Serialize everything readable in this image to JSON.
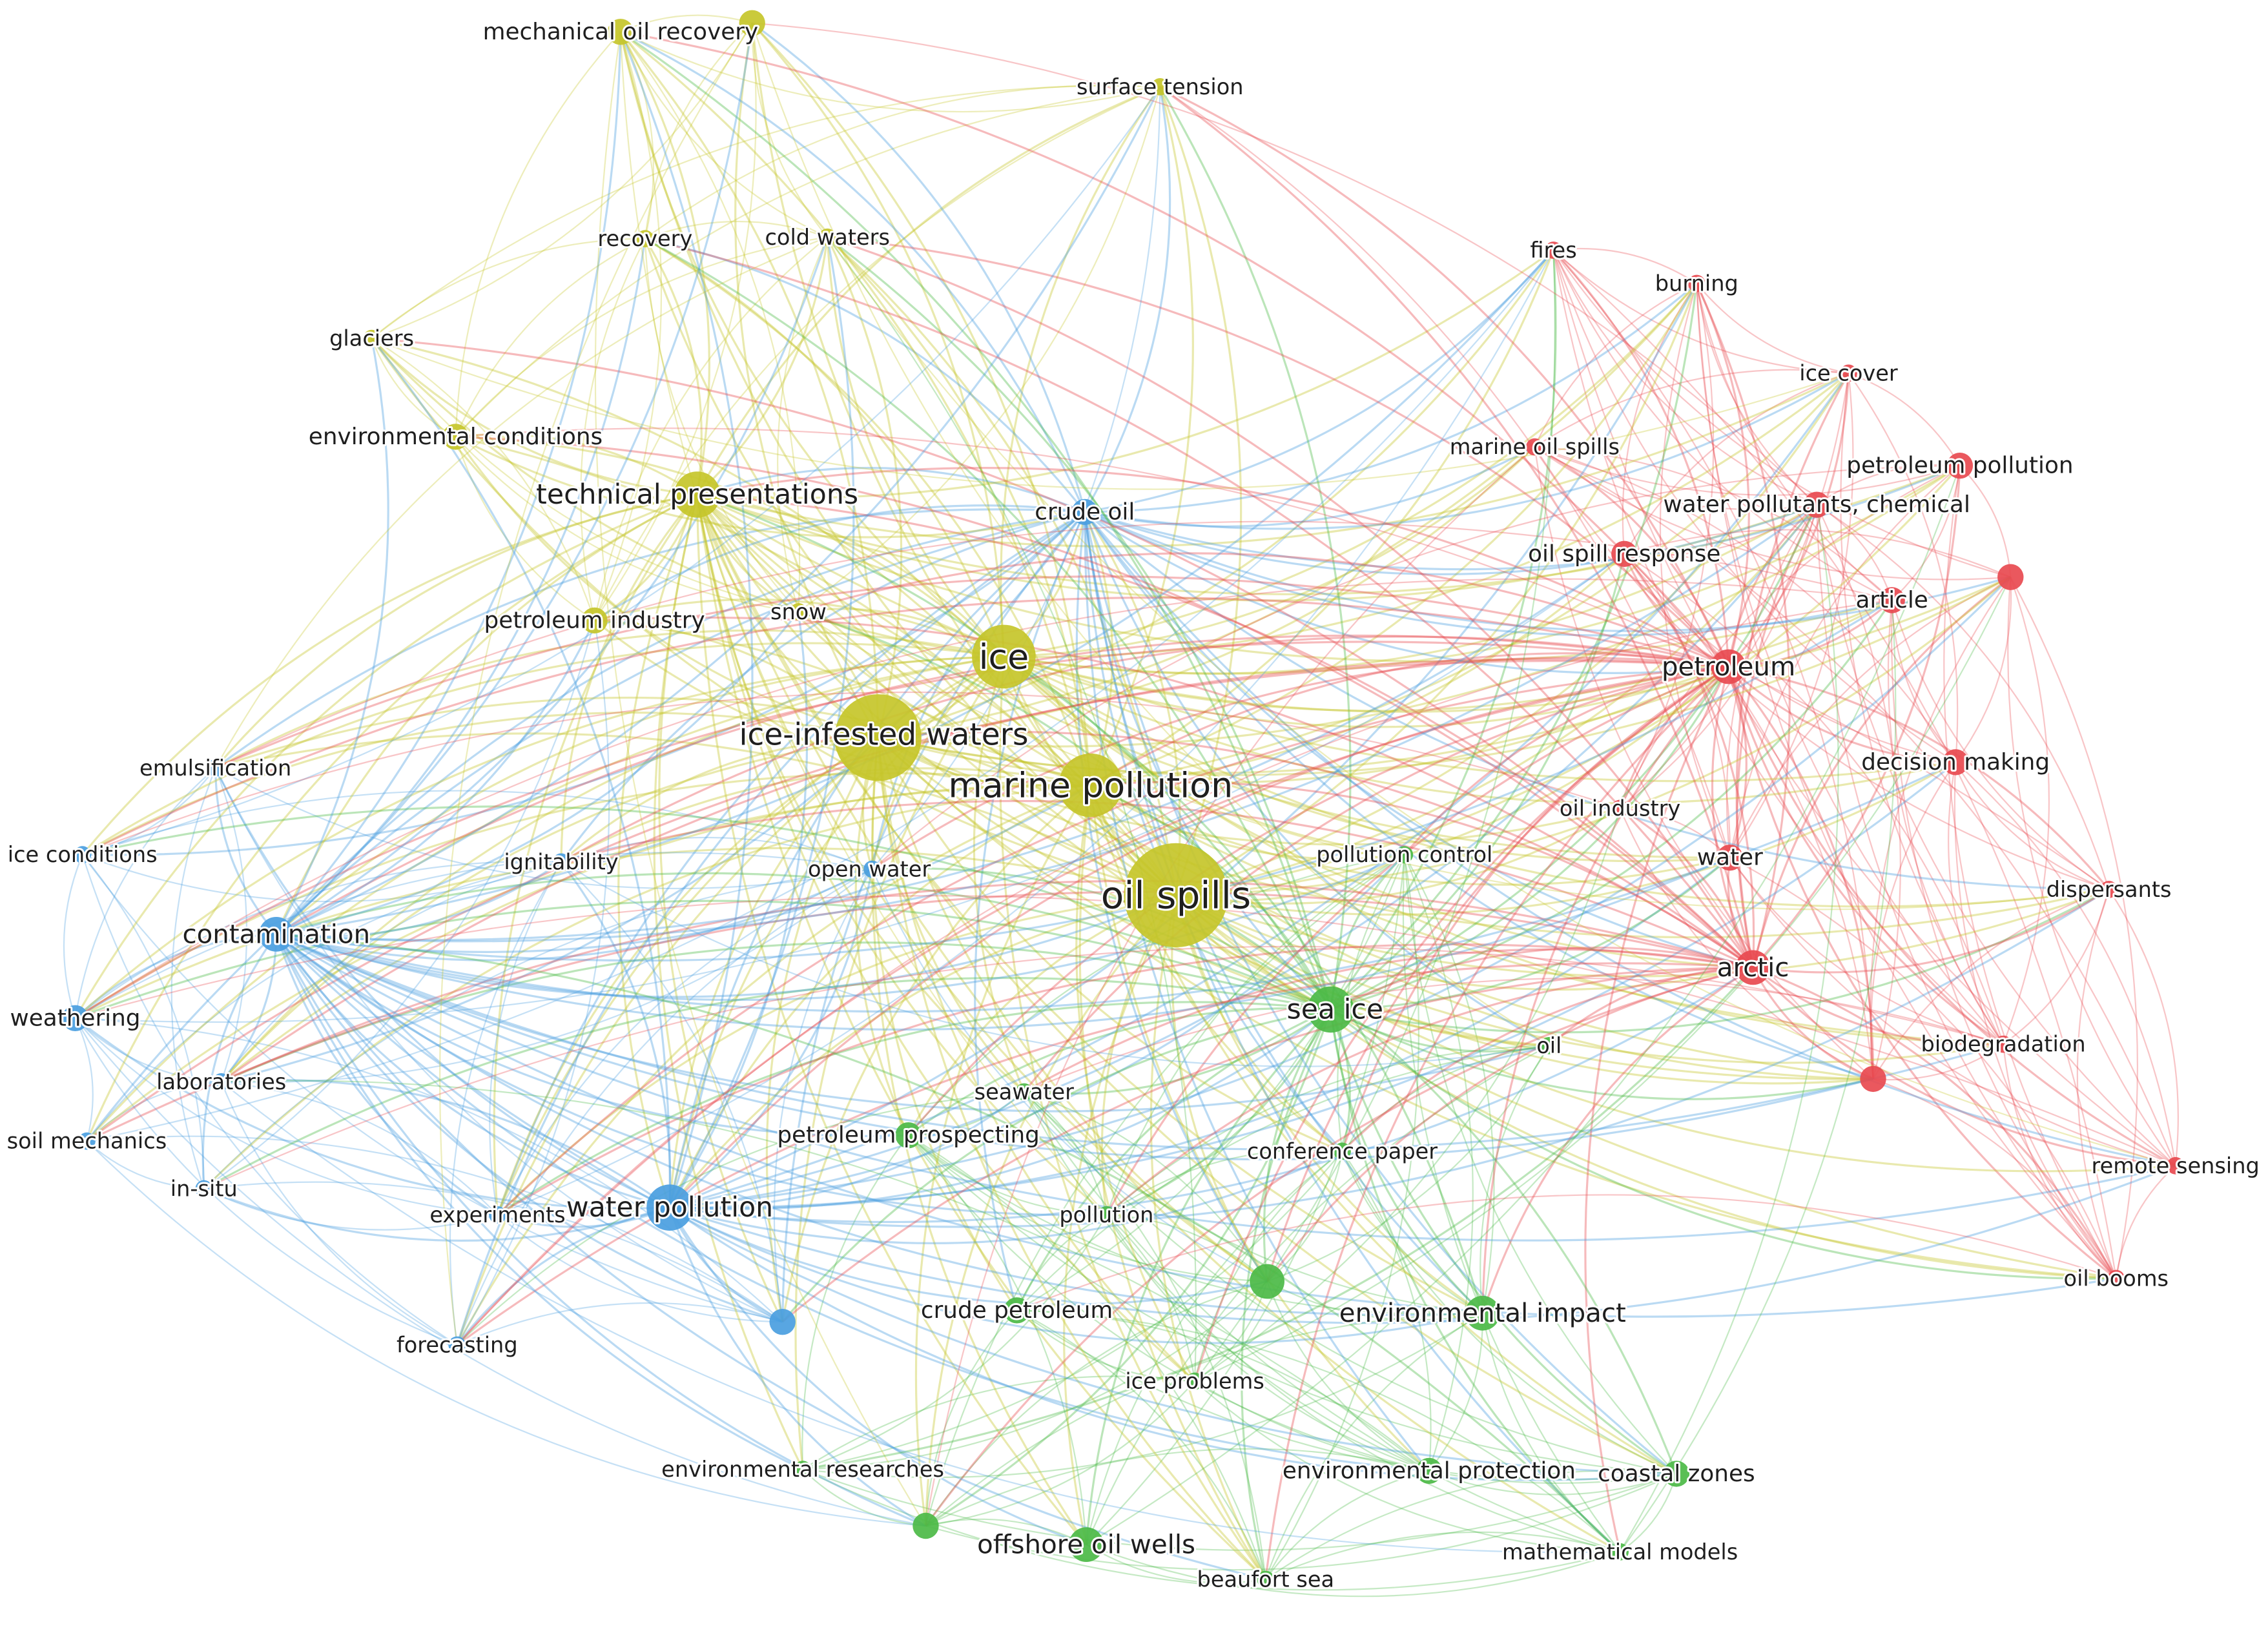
{
  "clusters": {
    "red": {
      "color": "#e84a50"
    },
    "green": {
      "color": "#4cba47"
    },
    "blue": {
      "color": "#4a9ee0"
    },
    "yellow": {
      "color": "#c6c62a"
    }
  },
  "nodes": [
    {
      "id": "mechanical-oil-recovery",
      "label": "mechanical oil recovery",
      "cluster": "yellow",
      "weight": 2
    },
    {
      "id": "y-unlabeled-1",
      "label": "",
      "cluster": "yellow",
      "weight": 2
    },
    {
      "id": "surface-tension",
      "label": "surface tension",
      "cluster": "yellow",
      "weight": 1
    },
    {
      "id": "recovery",
      "label": "recovery",
      "cluster": "yellow",
      "weight": 1
    },
    {
      "id": "cold-waters",
      "label": "cold waters",
      "cluster": "yellow",
      "weight": 1
    },
    {
      "id": "glaciers",
      "label": "glaciers",
      "cluster": "yellow",
      "weight": 1
    },
    {
      "id": "environmental-conditions",
      "label": "environmental conditions",
      "cluster": "yellow",
      "weight": 2
    },
    {
      "id": "technical-presentations",
      "label": "technical presentations",
      "cluster": "yellow",
      "weight": 4
    },
    {
      "id": "petroleum-industry",
      "label": "petroleum industry",
      "cluster": "yellow",
      "weight": 2
    },
    {
      "id": "snow",
      "label": "snow",
      "cluster": "yellow",
      "weight": 1
    },
    {
      "id": "ice",
      "label": "ice",
      "cluster": "yellow",
      "weight": 5
    },
    {
      "id": "ice-infested-waters",
      "label": "ice-infested waters",
      "cluster": "yellow",
      "weight": 6
    },
    {
      "id": "marine-pollution",
      "label": "marine pollution",
      "cluster": "yellow",
      "weight": 5
    },
    {
      "id": "oil-spills",
      "label": "oil spills",
      "cluster": "yellow",
      "weight": 7
    },
    {
      "id": "crude-oil",
      "label": "crude oil",
      "cluster": "blue",
      "weight": 2
    },
    {
      "id": "emulsification",
      "label": "emulsification",
      "cluster": "blue",
      "weight": 1
    },
    {
      "id": "ice-conditions",
      "label": "ice conditions",
      "cluster": "blue",
      "weight": 1
    },
    {
      "id": "ignitability",
      "label": "ignitability",
      "cluster": "blue",
      "weight": 1
    },
    {
      "id": "open-water",
      "label": "open water",
      "cluster": "blue",
      "weight": 1
    },
    {
      "id": "contamination",
      "label": "contamination",
      "cluster": "blue",
      "weight": 3
    },
    {
      "id": "weathering",
      "label": "weathering",
      "cluster": "blue",
      "weight": 2
    },
    {
      "id": "laboratories",
      "label": "laboratories",
      "cluster": "blue",
      "weight": 1
    },
    {
      "id": "soil-mechanics",
      "label": "soil mechanics",
      "cluster": "blue",
      "weight": 1
    },
    {
      "id": "in-situ",
      "label": "in-situ",
      "cluster": "blue",
      "weight": 1
    },
    {
      "id": "experiments",
      "label": "experiments",
      "cluster": "blue",
      "weight": 1
    },
    {
      "id": "water-pollution",
      "label": "water pollution",
      "cluster": "blue",
      "weight": 4
    },
    {
      "id": "b-unlabeled-1",
      "label": "",
      "cluster": "blue",
      "weight": 2
    },
    {
      "id": "forecasting",
      "label": "forecasting",
      "cluster": "blue",
      "weight": 1
    },
    {
      "id": "pollution-control",
      "label": "pollution control",
      "cluster": "green",
      "weight": 1
    },
    {
      "id": "sea-ice",
      "label": "sea ice",
      "cluster": "green",
      "weight": 4
    },
    {
      "id": "oil",
      "label": "oil",
      "cluster": "green",
      "weight": 1
    },
    {
      "id": "seawater",
      "label": "seawater",
      "cluster": "green",
      "weight": 1
    },
    {
      "id": "petroleum-prospecting",
      "label": "petroleum prospecting",
      "cluster": "green",
      "weight": 2
    },
    {
      "id": "conference-paper",
      "label": "conference paper",
      "cluster": "green",
      "weight": 1
    },
    {
      "id": "pollution",
      "label": "pollution",
      "cluster": "green",
      "weight": 1
    },
    {
      "id": "g-unlabeled-1",
      "label": "",
      "cluster": "green",
      "weight": 3
    },
    {
      "id": "crude-petroleum",
      "label": "crude petroleum",
      "cluster": "green",
      "weight": 2
    },
    {
      "id": "environmental-impact",
      "label": "environmental impact",
      "cluster": "green",
      "weight": 3
    },
    {
      "id": "ice-problems",
      "label": "ice problems",
      "cluster": "green",
      "weight": 1
    },
    {
      "id": "environmental-researches",
      "label": "environmental researches",
      "cluster": "green",
      "weight": 1
    },
    {
      "id": "environmental-protection",
      "label": "environmental protection",
      "cluster": "green",
      "weight": 2
    },
    {
      "id": "coastal-zones",
      "label": "coastal zones",
      "cluster": "green",
      "weight": 2
    },
    {
      "id": "g-unlabeled-2",
      "label": "",
      "cluster": "green",
      "weight": 2
    },
    {
      "id": "offshore-oil-wells",
      "label": "offshore oil wells",
      "cluster": "green",
      "weight": 3
    },
    {
      "id": "beaufort-sea",
      "label": "beaufort sea",
      "cluster": "green",
      "weight": 1
    },
    {
      "id": "mathematical-models",
      "label": "mathematical models",
      "cluster": "green",
      "weight": 1
    },
    {
      "id": "fires",
      "label": "fires",
      "cluster": "red",
      "weight": 1
    },
    {
      "id": "burning",
      "label": "burning",
      "cluster": "red",
      "weight": 1
    },
    {
      "id": "ice-cover",
      "label": "ice cover",
      "cluster": "red",
      "weight": 1
    },
    {
      "id": "marine-oil-spills",
      "label": "marine oil spills",
      "cluster": "red",
      "weight": 1
    },
    {
      "id": "petroleum-pollution",
      "label": "petroleum pollution",
      "cluster": "red",
      "weight": 2
    },
    {
      "id": "water-pollutants-chemical",
      "label": "water pollutants, chemical",
      "cluster": "red",
      "weight": 2
    },
    {
      "id": "oil-spill-response",
      "label": "oil spill response",
      "cluster": "red",
      "weight": 2
    },
    {
      "id": "r-unlabeled-1",
      "label": "",
      "cluster": "red",
      "weight": 2
    },
    {
      "id": "article",
      "label": "article",
      "cluster": "red",
      "weight": 2
    },
    {
      "id": "petroleum",
      "label": "petroleum",
      "cluster": "red",
      "weight": 3
    },
    {
      "id": "decision-making",
      "label": "decision making",
      "cluster": "red",
      "weight": 2
    },
    {
      "id": "oil-industry",
      "label": "oil industry",
      "cluster": "red",
      "weight": 1
    },
    {
      "id": "water",
      "label": "water",
      "cluster": "red",
      "weight": 2
    },
    {
      "id": "dispersants",
      "label": "dispersants",
      "cluster": "red",
      "weight": 1
    },
    {
      "id": "arctic",
      "label": "arctic",
      "cluster": "red",
      "weight": 3
    },
    {
      "id": "r-unlabeled-2",
      "label": "",
      "cluster": "red",
      "weight": 2
    },
    {
      "id": "biodegradation",
      "label": "biodegradation",
      "cluster": "red",
      "weight": 1
    },
    {
      "id": "remote-sensing",
      "label": "remote sensing",
      "cluster": "red",
      "weight": 1
    },
    {
      "id": "oil-booms",
      "label": "oil booms",
      "cluster": "red",
      "weight": 1
    }
  ]
}
